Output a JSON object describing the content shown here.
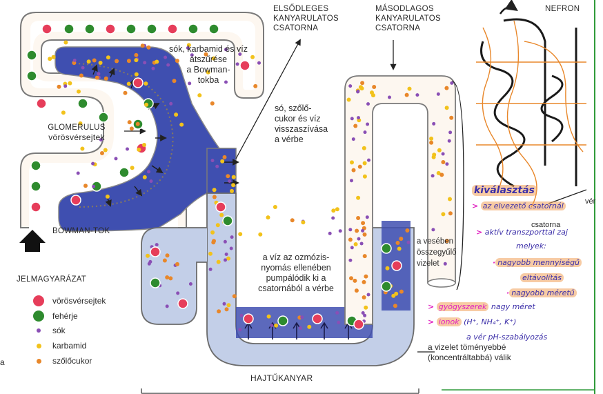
{
  "labels": {
    "nefron": "NEFRON",
    "primary": [
      "ELSŐDLEGES",
      "KANYARULATOS",
      "CSATORNA"
    ],
    "secondary": [
      "MÁSODLAGOS",
      "KANYARULATOS",
      "CSATORNA"
    ],
    "filtration": [
      "sók, karbamid és víz",
      "átszűrése",
      "a Bowman-",
      "tokba"
    ],
    "reabsorption": [
      "só, szőlő-",
      "cukor és víz",
      "visszaszívása",
      "a vérbe"
    ],
    "glomerulus_title": "GLOMERULUS",
    "glomerulus_sub": "vörösvérsejtek",
    "bowman": "BOWMAN-TOK",
    "osmosis": [
      "a víz az ozmózis-",
      "nyomás ellenében",
      "pumpálódik ki a",
      "csatornából a vérbe"
    ],
    "collecting": [
      "a vesében",
      "összegyűlő",
      "vizelet"
    ],
    "concentrated": [
      "a vizelet töményebbé",
      "(koncentráltabbá) válik"
    ],
    "loop": "HAJTŰKANYAR",
    "ver": "vér",
    "csatorna": "csatorna",
    "margin_mark": "a"
  },
  "legend": {
    "title": "JELMAGYARÁZAT",
    "items": [
      {
        "label": "vörösvérsejtek",
        "color": "#e63d5a",
        "size": 16
      },
      {
        "label": "fehérje",
        "color": "#2e8b2e",
        "size": 16
      },
      {
        "label": "sók",
        "color": "#8a4fb5",
        "size": 6
      },
      {
        "label": "karbamid",
        "color": "#f2c21b",
        "size": 7
      },
      {
        "label": "szőlőcukor",
        "color": "#e8872a",
        "size": 7
      }
    ]
  },
  "notes": {
    "heading": "kiválasztás",
    "line1": "az elvezető csatornál",
    "line2a": "aktív transzporttal zaj",
    "line2b": "melyek:",
    "line3a": "nagyobb mennyiségű",
    "line3b": "eltávolítás",
    "line4": "nagyobb méretű",
    "line5a": "gyógyszerek",
    "line5b": "nagy méret",
    "line6a": "ionok",
    "line6b": "(H⁺, NH₄⁺, K⁺)",
    "line7": "a vér pH-szabályozás"
  },
  "colors": {
    "blue_dark": "#3f4fb0",
    "blue_light": "#c3cfe8",
    "tube_outline": "#6b6b6b",
    "vessel_green": "#2f9a3a",
    "note_ink": "#3b2ea8",
    "note_pink": "#e020c0",
    "note_highlight": "#f0a05a"
  }
}
